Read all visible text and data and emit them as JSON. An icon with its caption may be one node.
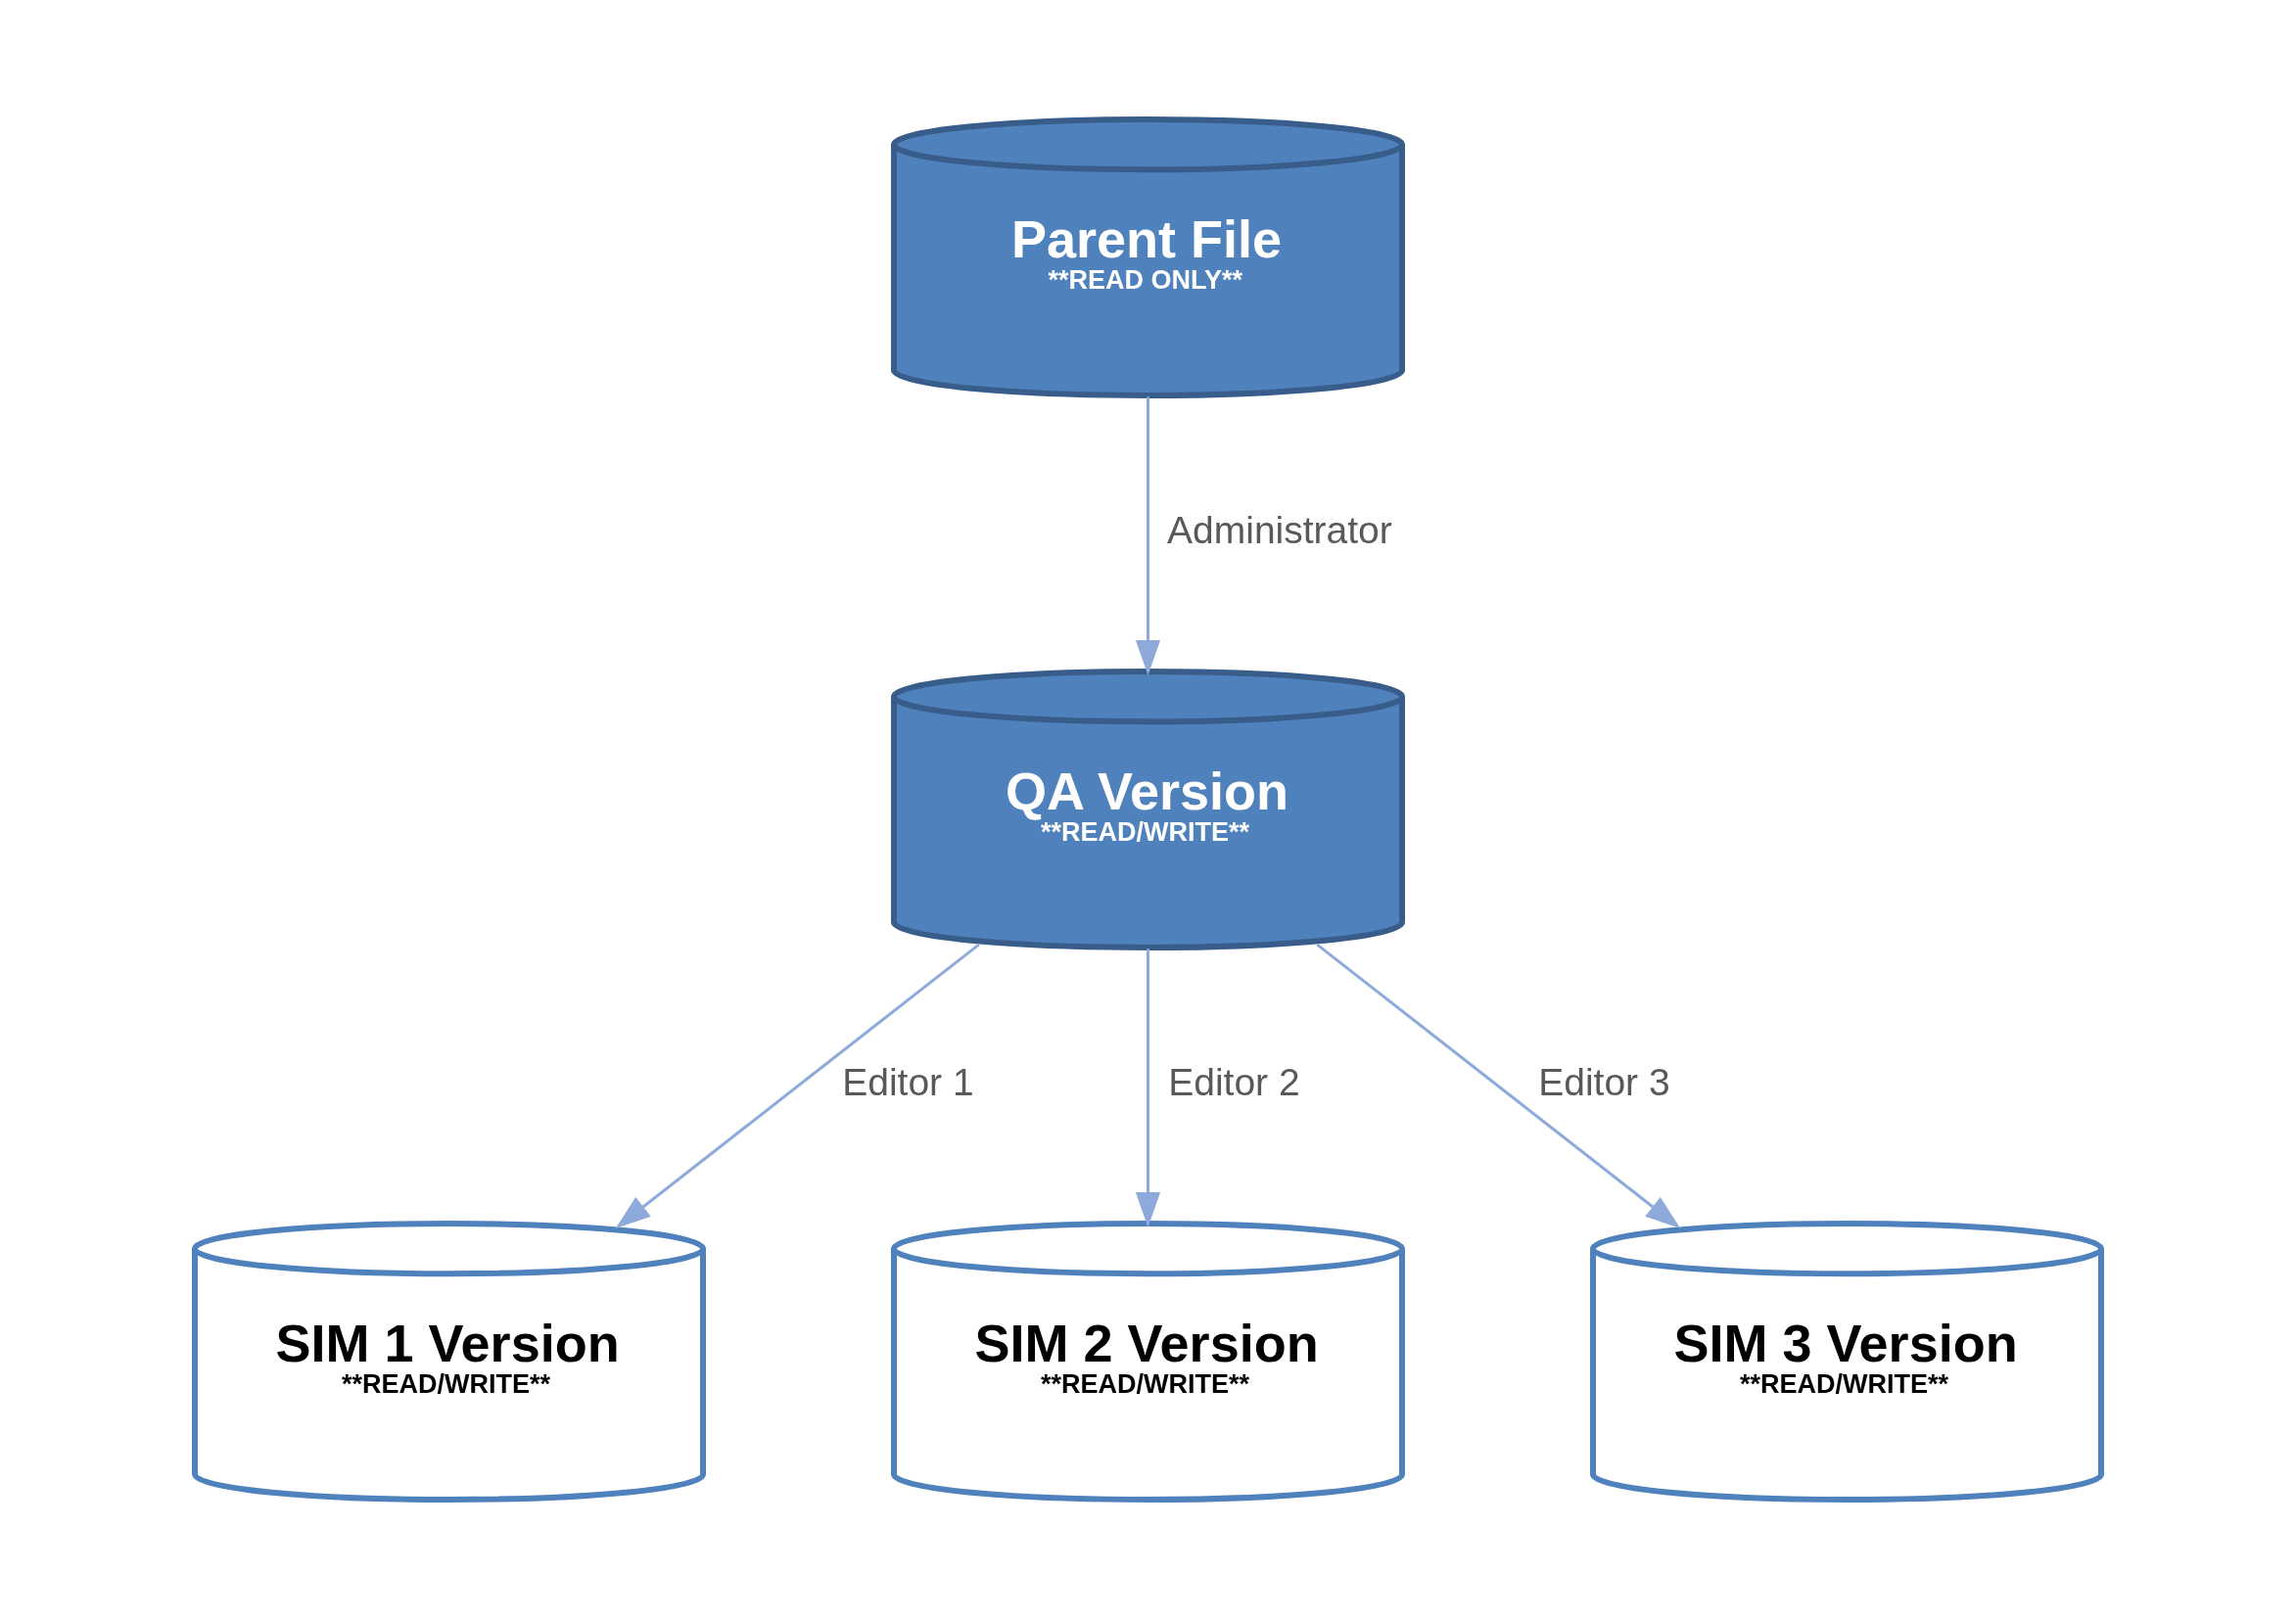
{
  "diagram": {
    "nodes": [
      {
        "text": [
          "Parent File",
          "**READ ONLY**"
        ]
      },
      {
        "text": [
          "QA Version",
          "**READ/WRITE**"
        ]
      },
      {
        "text": [
          "SIM 1 Version",
          "**READ/WRITE**"
        ]
      },
      {
        "text": [
          "SIM 2 Version",
          "**READ/WRITE**"
        ]
      },
      {
        "text": [
          "SIM 3 Version",
          "**READ/WRITE**"
        ]
      }
    ],
    "edges": [
      {
        "from": 0,
        "to": 1,
        "arrow": "to",
        "label": "Administrator"
      },
      {
        "from": 1,
        "to": 2,
        "arrow": "to",
        "label": "Editor 1"
      },
      {
        "from": 1,
        "to": 3,
        "arrow": "to",
        "label": "Editor 2"
      },
      {
        "from": 1,
        "to": 4,
        "arrow": "to",
        "label": "Editor 3"
      }
    ]
  }
}
